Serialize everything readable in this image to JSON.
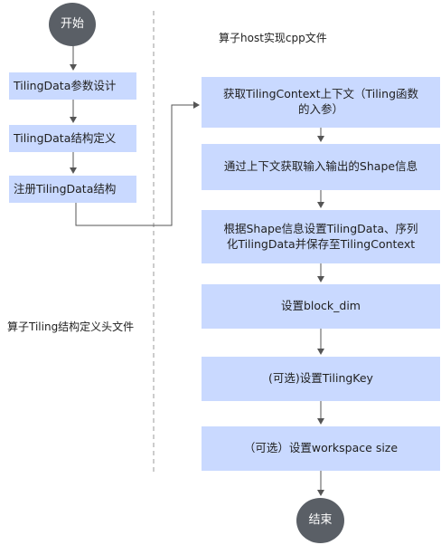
{
  "labels": {
    "cpp_section": "算子host实现cpp文件",
    "header_section": "算子Tiling结构定义头文件"
  },
  "left_flow": {
    "start": "开始",
    "step1": "TilingData参数设计",
    "step2": "TilingData结构定义",
    "step3": "注册TilingData结构"
  },
  "right_flow": {
    "step1_line1": "获取TilingContext上下文（Tiling函数",
    "step1_line2": "的入参）",
    "step2": "通过上下文获取输入输出的Shape信息",
    "step3_line1": "根据Shape信息设置TilingData、序列",
    "step3_line2": "化TilingData并保存至TilingContext",
    "step4": "设置block_dim",
    "step5": "(可选)设置TilingKey",
    "step6": "（可选）设置workspace size",
    "end": "结束"
  },
  "colors": {
    "box_fill": "#c9d9ff",
    "circle_fill": "#5a5f66",
    "arrow": "#555555",
    "divider": "#999999"
  }
}
